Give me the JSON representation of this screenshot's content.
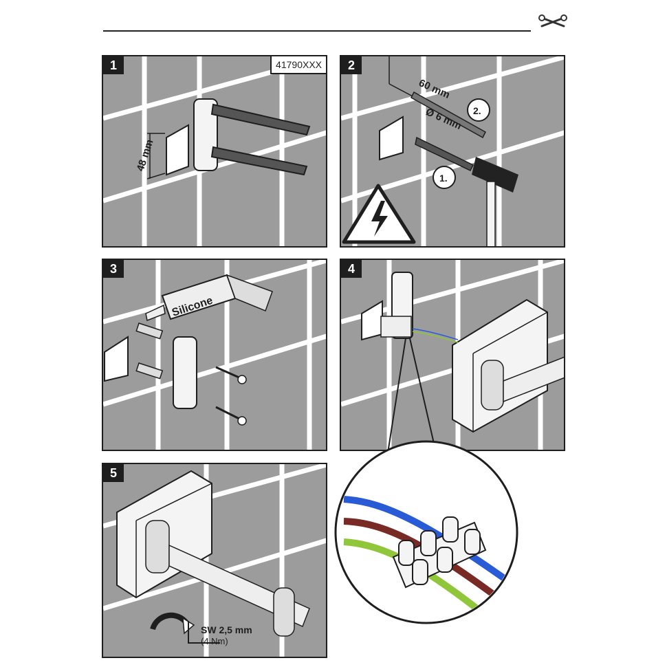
{
  "header": {
    "tools_icon": "wrench-screwdriver-icon"
  },
  "steps": [
    {
      "number": "1",
      "code": "41790XXX",
      "dimension": "48 mm"
    },
    {
      "number": "2",
      "depth": "60 mm",
      "diameter": "Ø 6 mm",
      "sub_step_1": "1.",
      "sub_step_2": "2.",
      "warning_icon": "high-voltage-warning-icon"
    },
    {
      "number": "3",
      "sealant_label": "Silicone"
    },
    {
      "number": "4"
    },
    {
      "number": "5",
      "tool_size": "SW 2,5 mm",
      "torque": "(4 Nm)"
    }
  ],
  "colors": {
    "wire_blue": "#2a5bd7",
    "wire_brown": "#7a2a24",
    "wire_green_yellow": "#8fc63a",
    "wall": "#9c9c9c",
    "grout": "#ffffff"
  }
}
